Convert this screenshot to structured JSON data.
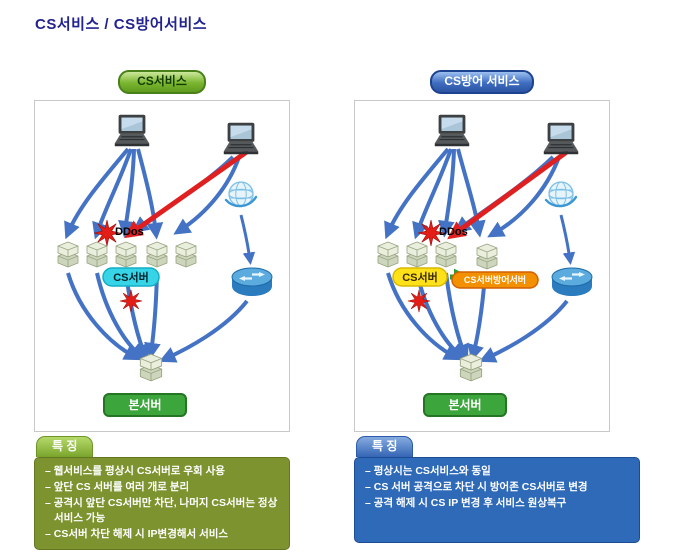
{
  "page": {
    "title": "CS서비스 / CS방어서비스"
  },
  "panels": [
    {
      "header": "CS서비스",
      "diagram": {
        "ddos": "DDos",
        "cs_server": "CS서버",
        "main_server": "본서버"
      },
      "features": {
        "tab": "특 징",
        "items": [
          "– 웹서비스를 평상시 CS서버로 우회 사용",
          "– 앞단 CS 서버를 여러 개로 분리",
          "– 공격시 앞단 CS서버만 차단, 나머지 CS서버는 정상 서비스 가능",
          "– CS서버 차단 해제 시 IP변경해서 서비스"
        ]
      }
    },
    {
      "header": "CS방어 서비스",
      "diagram": {
        "ddos": "DDos",
        "cs_server": "CS서버",
        "defense_server": "CS서버방어서버",
        "main_server": "본서버"
      },
      "features": {
        "tab": "특 징",
        "items": [
          "– 평상시는 CS서비스와 동일",
          "– CS 서버 공격으로 차단 시 방어존 CS서버로 변경",
          "– 공격 해제 시 CS IP 변경 후 서비스 원상복구"
        ]
      }
    }
  ],
  "colors": {
    "title": "#23238f",
    "service_green": "#79b52e",
    "service_blue": "#3e6cc0",
    "olive": "#7d9330",
    "fblue": "#2e6ab8",
    "arrow": "#4472c4",
    "red": "#e02020",
    "cyan": "#37d3e6",
    "yellow": "#ffe11a",
    "orange": "#f39000",
    "green": "#3ca53c"
  }
}
